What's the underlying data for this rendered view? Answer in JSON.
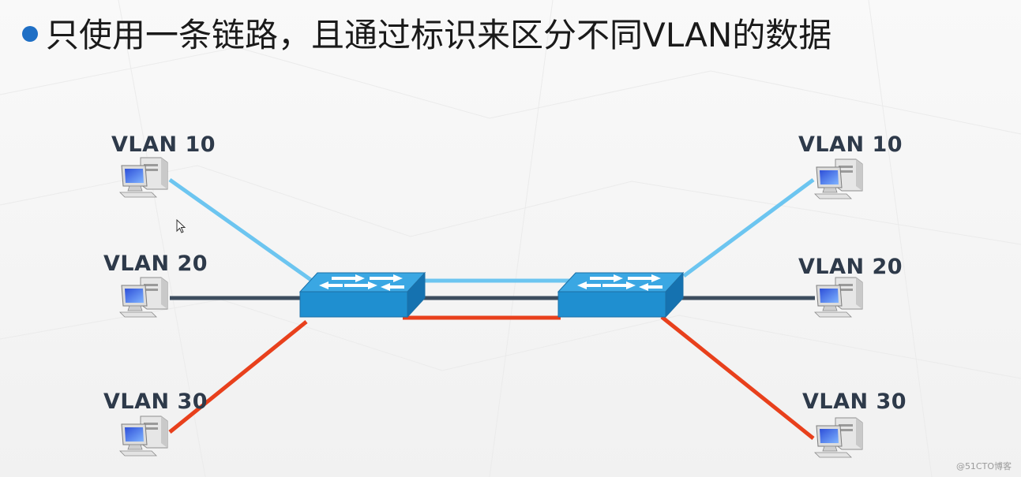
{
  "title": "只使用一条链路，且通过标识来区分不同VLAN的数据",
  "colors": {
    "vlan10": "#6cc5f0",
    "vlan20": "#3d4d5e",
    "vlan30": "#e8401c",
    "switch": "#1f8fd0",
    "bullet": "#1f6fc5"
  },
  "left_hosts": {
    "vlan10": "VLAN 10",
    "vlan20": "VLAN 20",
    "vlan30": "VLAN 30"
  },
  "right_hosts": {
    "vlan10": "VLAN 10",
    "vlan20": "VLAN 20",
    "vlan30": "VLAN 30"
  },
  "watermark": "@51CTO博客"
}
